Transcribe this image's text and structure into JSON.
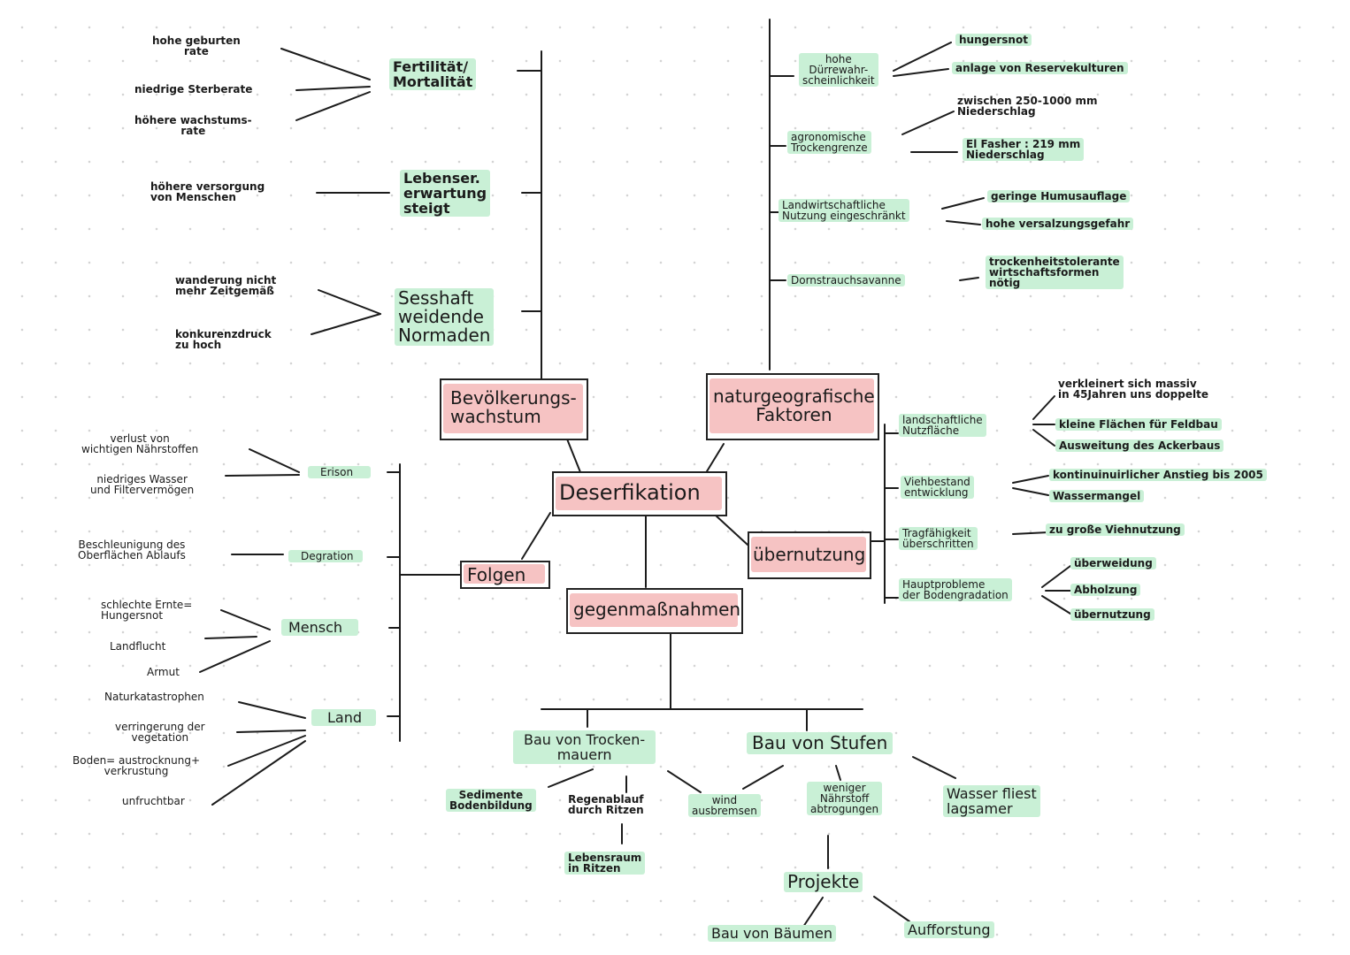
{
  "colors": {
    "highlight_green": "#c9f0d6",
    "highlight_pink": "#f6c3c3",
    "ink": "#1b1b1b"
  },
  "center": {
    "title": "Deserfikation"
  },
  "bevoelkerung": {
    "title": "Bevölkerungs-\nwachstum",
    "fertilitaet": {
      "label": "Fertilität/\nMortalität",
      "items": [
        "hohe geburten\nrate",
        "niedrige Sterberate",
        "höhere wachstums-\nrate"
      ]
    },
    "lebenserwartung": {
      "label": "Lebenser.\nerwartung\nsteigt",
      "items": [
        "höhere versorgung\nvon Menschen"
      ]
    },
    "sesshaft": {
      "label": "Sesshaft\nweidende\nNormaden",
      "items": [
        "wanderung nicht\nmehr Zeitgemäß",
        "konkurenzdruck\nzu hoch"
      ]
    }
  },
  "natur": {
    "title": "naturgeografische\nFaktoren",
    "duerre": {
      "label": "hohe\nDürrewahr-\nscheinlichkeit",
      "items": [
        "hungersnot",
        "anlage von Reservekulturen"
      ]
    },
    "agronomisch": {
      "label": "agronomische\nTrockengrenze",
      "items": [
        "zwischen 250-1000 mm\nNiederschlag",
        "El Fasher : 219 mm\nNiederschlag"
      ]
    },
    "landwirtschaft": {
      "label": "Landwirtschaftliche\nNutzung eingeschränkt",
      "items": [
        "geringe Humusauflage",
        "hohe versalzungsgefahr"
      ]
    },
    "dornstrauch": {
      "label": "Dornstrauchsavanne",
      "items": [
        "trockenheitstolerante\nwirtschaftsformen\nnötig"
      ]
    }
  },
  "uebernutzung": {
    "title": "übernutzung",
    "landschaft": {
      "label": "landschaftliche\nNutzfläche",
      "items": [
        "verkleinert sich massiv\nin 45Jahren uns doppelte",
        "kleine Flächen für Feldbau",
        "Ausweitung des Ackerbaus"
      ]
    },
    "vieh": {
      "label": "Viehbestand\nentwicklung",
      "items": [
        "kontinuinuirlicher Anstieg bis 2005",
        "Wassermangel"
      ]
    },
    "trag": {
      "label": "Tragfähigkeit\nüberschritten",
      "items": [
        "zu große Viehnutzung"
      ]
    },
    "haupt": {
      "label": "Hauptprobleme\nder Bodengradation",
      "items": [
        "überweidung",
        "Abholzung",
        "übernutzung"
      ]
    }
  },
  "folgen": {
    "title": "Folgen",
    "erison": {
      "label": "Erison",
      "items": [
        "verlust von\nwichtigen Nährstoffen",
        "niedriges Wasser\nund Filtervermögen"
      ]
    },
    "degration": {
      "label": "Degration",
      "items": [
        "Beschleunigung des\nOberflächen Ablaufs"
      ]
    },
    "mensch": {
      "label": "Mensch",
      "items": [
        "schlechte Ernte=\nHungersnot",
        "Landflucht",
        "Armut"
      ]
    },
    "land": {
      "label": "Land",
      "items": [
        "Naturkatastrophen",
        "verringerung der\nvegetation",
        "Boden= austrocknung+\nverkrustung",
        "unfruchtbar"
      ]
    }
  },
  "gegen": {
    "title": "gegenmaßnahmen",
    "trocken": {
      "label": "Bau von Trocken-\nmauern",
      "items": [
        "Sedimente\nBodenbildung",
        "Regenablauf\ndurch Ritzen",
        "Lebensraum\nin Ritzen",
        "wind\nausbremsen"
      ]
    },
    "stufen": {
      "label": "Bau von Stufen",
      "items": [
        "weniger\nNährstoff\nabtrogungen",
        "Wasser fliest\nlagsamer"
      ]
    },
    "projekte": {
      "label": "Projekte",
      "items": [
        "Bau von Bäumen",
        "Aufforstung"
      ]
    }
  }
}
